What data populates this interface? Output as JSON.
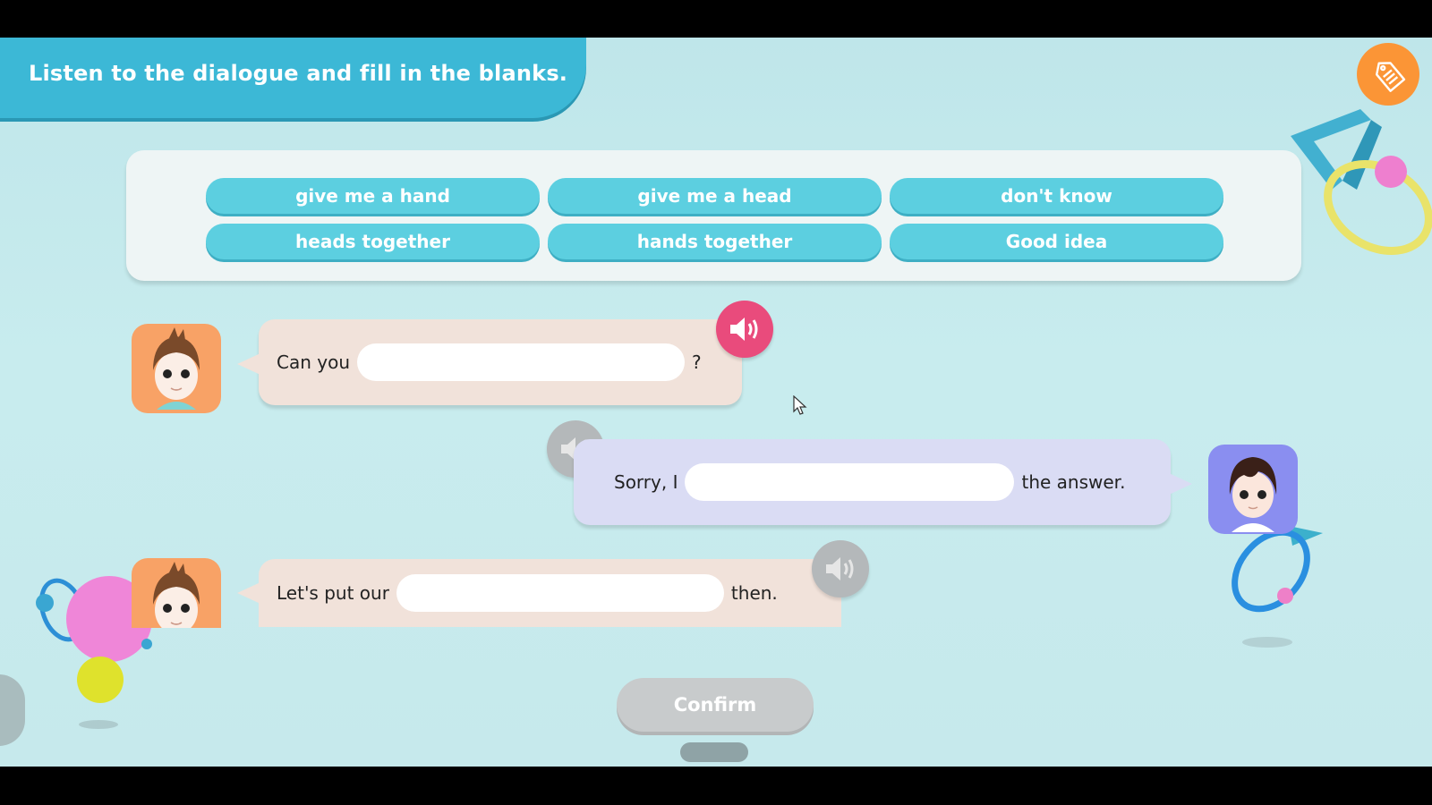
{
  "instruction": "Listen to the dialogue and fill in the blanks.",
  "notes_button": {
    "icon": "notes-tag-icon",
    "color": "#fb9536"
  },
  "word_bank": [
    "give me a hand",
    "give me a head",
    "don't know",
    "heads together",
    "hands together",
    "Good idea"
  ],
  "dialogue": [
    {
      "speaker": "boy",
      "side": "left",
      "before": "Can you",
      "after": "?",
      "blank_value": "",
      "audio": "playing"
    },
    {
      "speaker": "girl",
      "side": "right",
      "before": "Sorry, I",
      "after": "the answer.",
      "blank_value": "",
      "audio": "idle"
    },
    {
      "speaker": "boy",
      "side": "left",
      "before": "Let's put our",
      "after": "then.",
      "blank_value": "",
      "audio": "idle"
    }
  ],
  "confirm_label": "Confirm",
  "colors": {
    "banner": "#3cb8d6",
    "chip": "#5ccfe0",
    "speaker_active": "#e94b7c",
    "speaker_idle": "#b4b8ba",
    "bubble_boy": "#f1e2da",
    "bubble_girl": "#dadcf4"
  }
}
